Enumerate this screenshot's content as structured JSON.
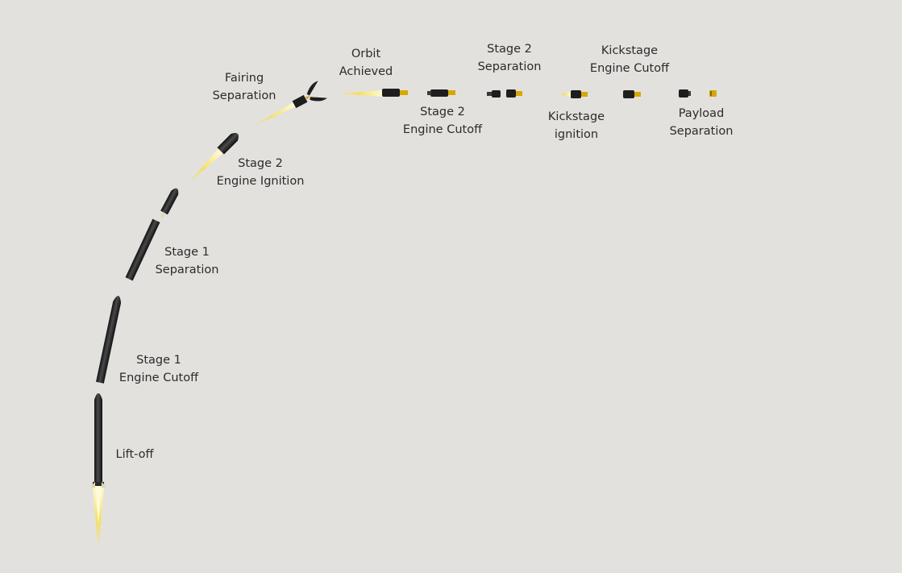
{
  "colors": {
    "background": "#e3e1de",
    "rocket_body": "#1e1e1e",
    "rocket_highlight": "#4a4a4a",
    "engine_gold": "#d6a800",
    "flame_core": "#fffbd6",
    "flame_outer": "#f2e06a",
    "text": "#2b2b2b"
  },
  "stages": [
    {
      "id": "lift-off",
      "lines": [
        "Lift-off"
      ]
    },
    {
      "id": "stage-1-engine-cutoff",
      "lines": [
        "Stage 1",
        "Engine Cutoff"
      ]
    },
    {
      "id": "stage-1-separation",
      "lines": [
        "Stage 1",
        "Separation"
      ]
    },
    {
      "id": "stage-2-engine-ignition",
      "lines": [
        "Stage 2",
        "Engine Ignition"
      ]
    },
    {
      "id": "fairing-separation",
      "lines": [
        "Fairing",
        "Separation"
      ]
    },
    {
      "id": "orbit-achieved",
      "lines": [
        "Orbit",
        "Achieved"
      ]
    },
    {
      "id": "stage-2-engine-cutoff",
      "lines": [
        "Stage 2",
        "Engine Cutoff"
      ]
    },
    {
      "id": "stage-2-separation",
      "lines": [
        "Stage 2",
        "Separation"
      ]
    },
    {
      "id": "kickstage-ignition",
      "lines": [
        "Kickstage",
        "ignition"
      ]
    },
    {
      "id": "kickstage-engine-cutoff",
      "lines": [
        "Kickstage",
        "Engine Cutoff"
      ]
    },
    {
      "id": "payload-separation",
      "lines": [
        "Payload",
        "Separation"
      ]
    }
  ]
}
